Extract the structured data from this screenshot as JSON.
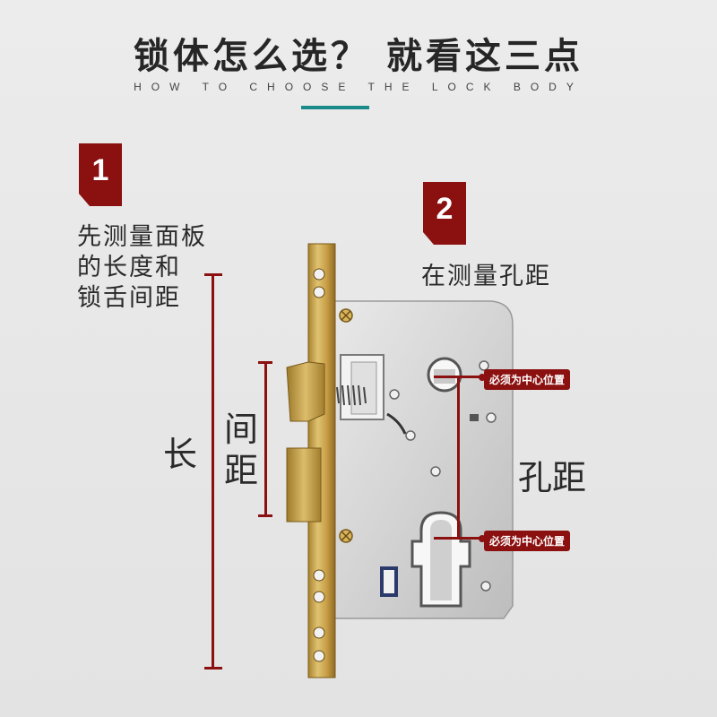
{
  "header": {
    "title": "锁体怎么选？ 就看这三点",
    "subtitle": "HOW TO CHOOSE THE LOCK BODY"
  },
  "step1": {
    "number": "1",
    "lines": [
      "先测量面板",
      "的长度和",
      "锁舌间距"
    ]
  },
  "step2": {
    "number": "2",
    "text": "在测量孔距"
  },
  "labels": {
    "length": "长",
    "spacing_1": "间",
    "spacing_2": "距",
    "hole_distance": "孔距",
    "center_top": "必须为中心位置",
    "center_bottom": "必须为中心位置"
  },
  "colors": {
    "accent_red": "#8b1010",
    "accent_teal": "#1a8a8a",
    "brass": "#c9a24a",
    "steel": "#d9d9d9"
  }
}
